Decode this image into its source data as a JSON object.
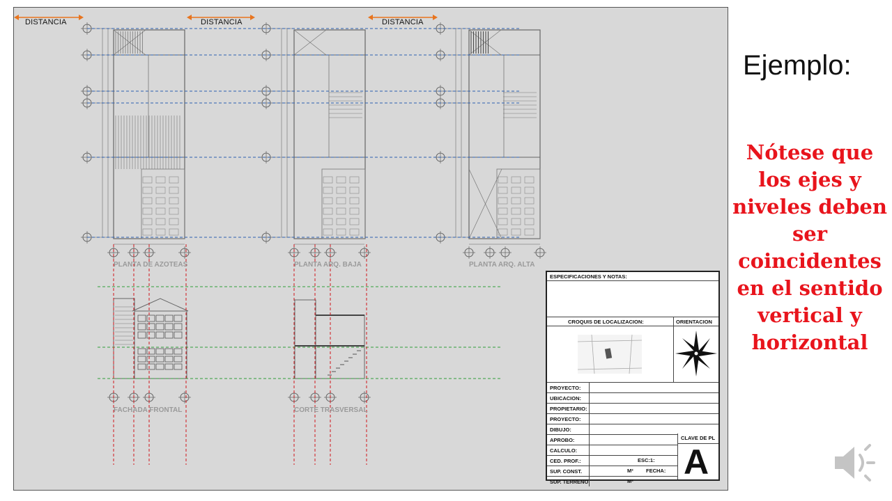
{
  "slide": {
    "title": "Ejemplo:",
    "note": "Nótese que los ejes y niveles deben ser coincidentes en el sentido vertical y horizontal"
  },
  "drawing": {
    "distance_labels": [
      "DISTANCIA",
      "DISTANCIA",
      "DISTANCIA"
    ],
    "plan_titles": {
      "azoteas": "PLANTA DE AZOTEAS",
      "baja": "PLANTA ARQ. BAJA",
      "alta": "PLANTA ARQ. ALTA",
      "fachada": "FACHADA FRONTAL",
      "corte": "CORTE TRASVERSAL"
    }
  },
  "title_block": {
    "specs": "ESPECIFICACIONES    Y NOTAS:",
    "croquis": "CROQUIS DE LOCALIZACION:",
    "orientacion": "ORIENTACION",
    "rows": [
      "PROYECTO:",
      "UBICACION:",
      "PROPIETARIO:",
      "PROYECTO:",
      "DIBUJO:",
      "APROBO:",
      "CALCULO:",
      "CED. PROF.:",
      "SUP. CONST.",
      "SUP. TERRENO"
    ],
    "esc": "ESC:1:",
    "fecha": "FECHA:",
    "m2a": "M²",
    "m2b": "M²",
    "clave": "CLAVE DE PL",
    "letter": "A"
  },
  "colors": {
    "blue_guides": "#2d5fb0",
    "green_guides": "#2f9e3a",
    "red_guides": "#d0161c",
    "orange_arrows": "#e8741e",
    "note_text": "#e8141c"
  },
  "icons": [
    "speaker-icon",
    "compass-rose-icon"
  ]
}
